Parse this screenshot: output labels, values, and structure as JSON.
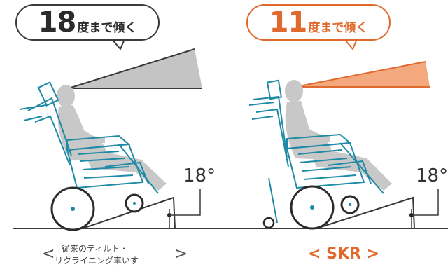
{
  "comparison": {
    "left": {
      "bubble_number": "18",
      "bubble_suffix": "度まで傾く",
      "angle_label": "18°",
      "caption_open": "<",
      "caption_line1": "従来のティルト・",
      "caption_line2": "リクライニング車いす",
      "caption_close": ">",
      "color": "#3b3b3b"
    },
    "right": {
      "bubble_number": "11",
      "bubble_suffix": "度まで傾く",
      "angle_label": "18°",
      "caption": "< SKR >",
      "color": "#e06a2e"
    }
  },
  "colors": {
    "frame_teal": "#1f8aa6",
    "person_gray": "#c8c8c8",
    "wedge_gray": "#c4c4c4",
    "wedge_orange": "#f3a87d"
  }
}
